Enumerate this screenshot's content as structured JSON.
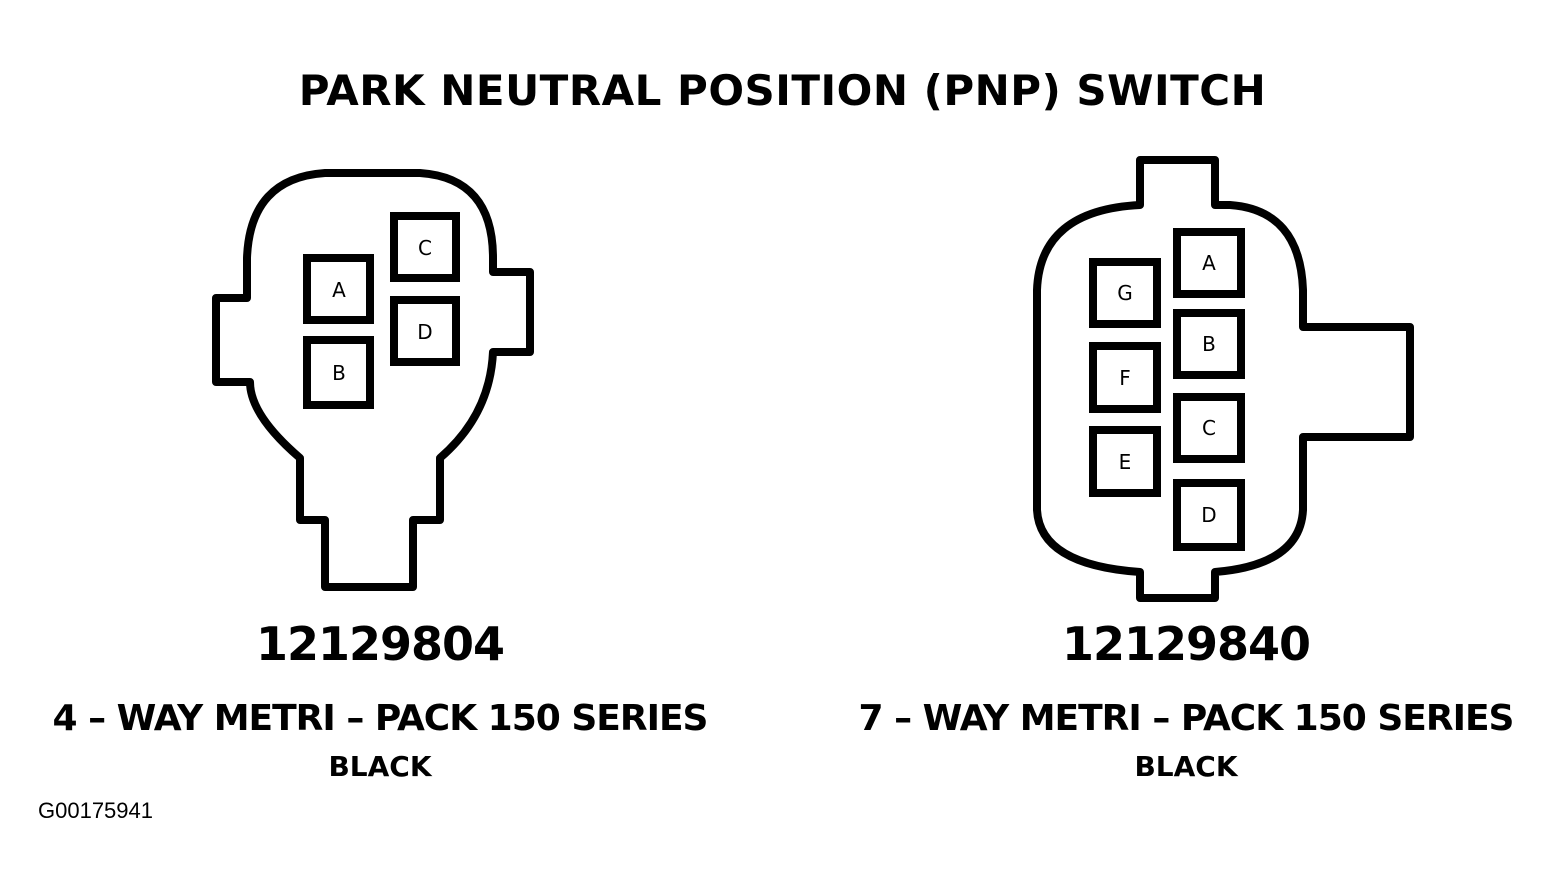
{
  "title": "PARK NEUTRAL POSITION (PNP) SWITCH",
  "connectors": [
    {
      "part_number": "12129804",
      "description": "4 – WAY METRI – PACK 150 SERIES",
      "color": "BLACK",
      "pins": [
        "A",
        "B",
        "C",
        "D"
      ]
    },
    {
      "part_number": "12129840",
      "description": "7 – WAY METRI – PACK 150 SERIES",
      "color": "BLACK",
      "pins": [
        "A",
        "B",
        "C",
        "D",
        "E",
        "F",
        "G"
      ]
    }
  ],
  "figure_id": "G00175941"
}
